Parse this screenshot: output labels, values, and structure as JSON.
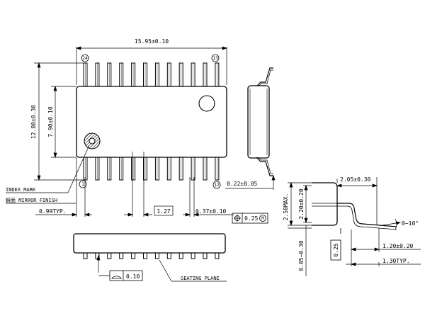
{
  "dimensions": {
    "overall_length": "15.95±0.10",
    "overall_width": "12.00±0.30",
    "body_width": "7.90±0.10",
    "lead_thickness": "0.22±0.05",
    "index_offset": "0.99TYP.",
    "pitch": "1.27",
    "lead_width": "0.37±0.10",
    "position_tol": "0.25",
    "position_mod": "M",
    "flatness": "0.10",
    "side_extent": "2.05±0.30",
    "max_height": "2.50MAX.",
    "body_height": "2.20±0.20",
    "standoff": "0.05∼0.30",
    "side_ref": "0.25",
    "lead_angle": "0∼10°",
    "foot_length": "1.20±0.20",
    "foot_total": "1.30TYP."
  },
  "labels": {
    "index_mark": "INDEX MARK",
    "mirror_finish": "鏡面 MIRROR FINISH",
    "seating_plane": "SEATING PLANE"
  },
  "pins": {
    "p24": "24",
    "p13": "13",
    "p1": "1",
    "p12": "12"
  }
}
